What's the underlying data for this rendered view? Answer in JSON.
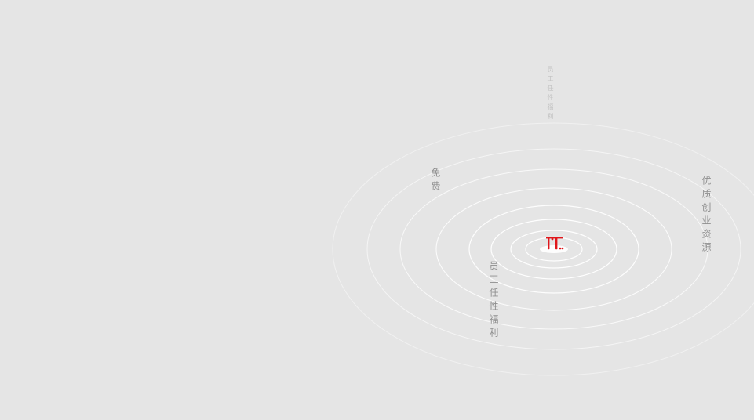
{
  "labels": {
    "free": "免费",
    "resources": "优质创业资源",
    "welfare": "员工任性福利",
    "welfare_small": "员工任性福利"
  },
  "icons": {
    "center": "red-dripping-gate-icon"
  },
  "colors": {
    "background": "#e5e5e5",
    "ring": "#ffffff",
    "label": "#8f8f8f",
    "accent": "#e0161b"
  }
}
